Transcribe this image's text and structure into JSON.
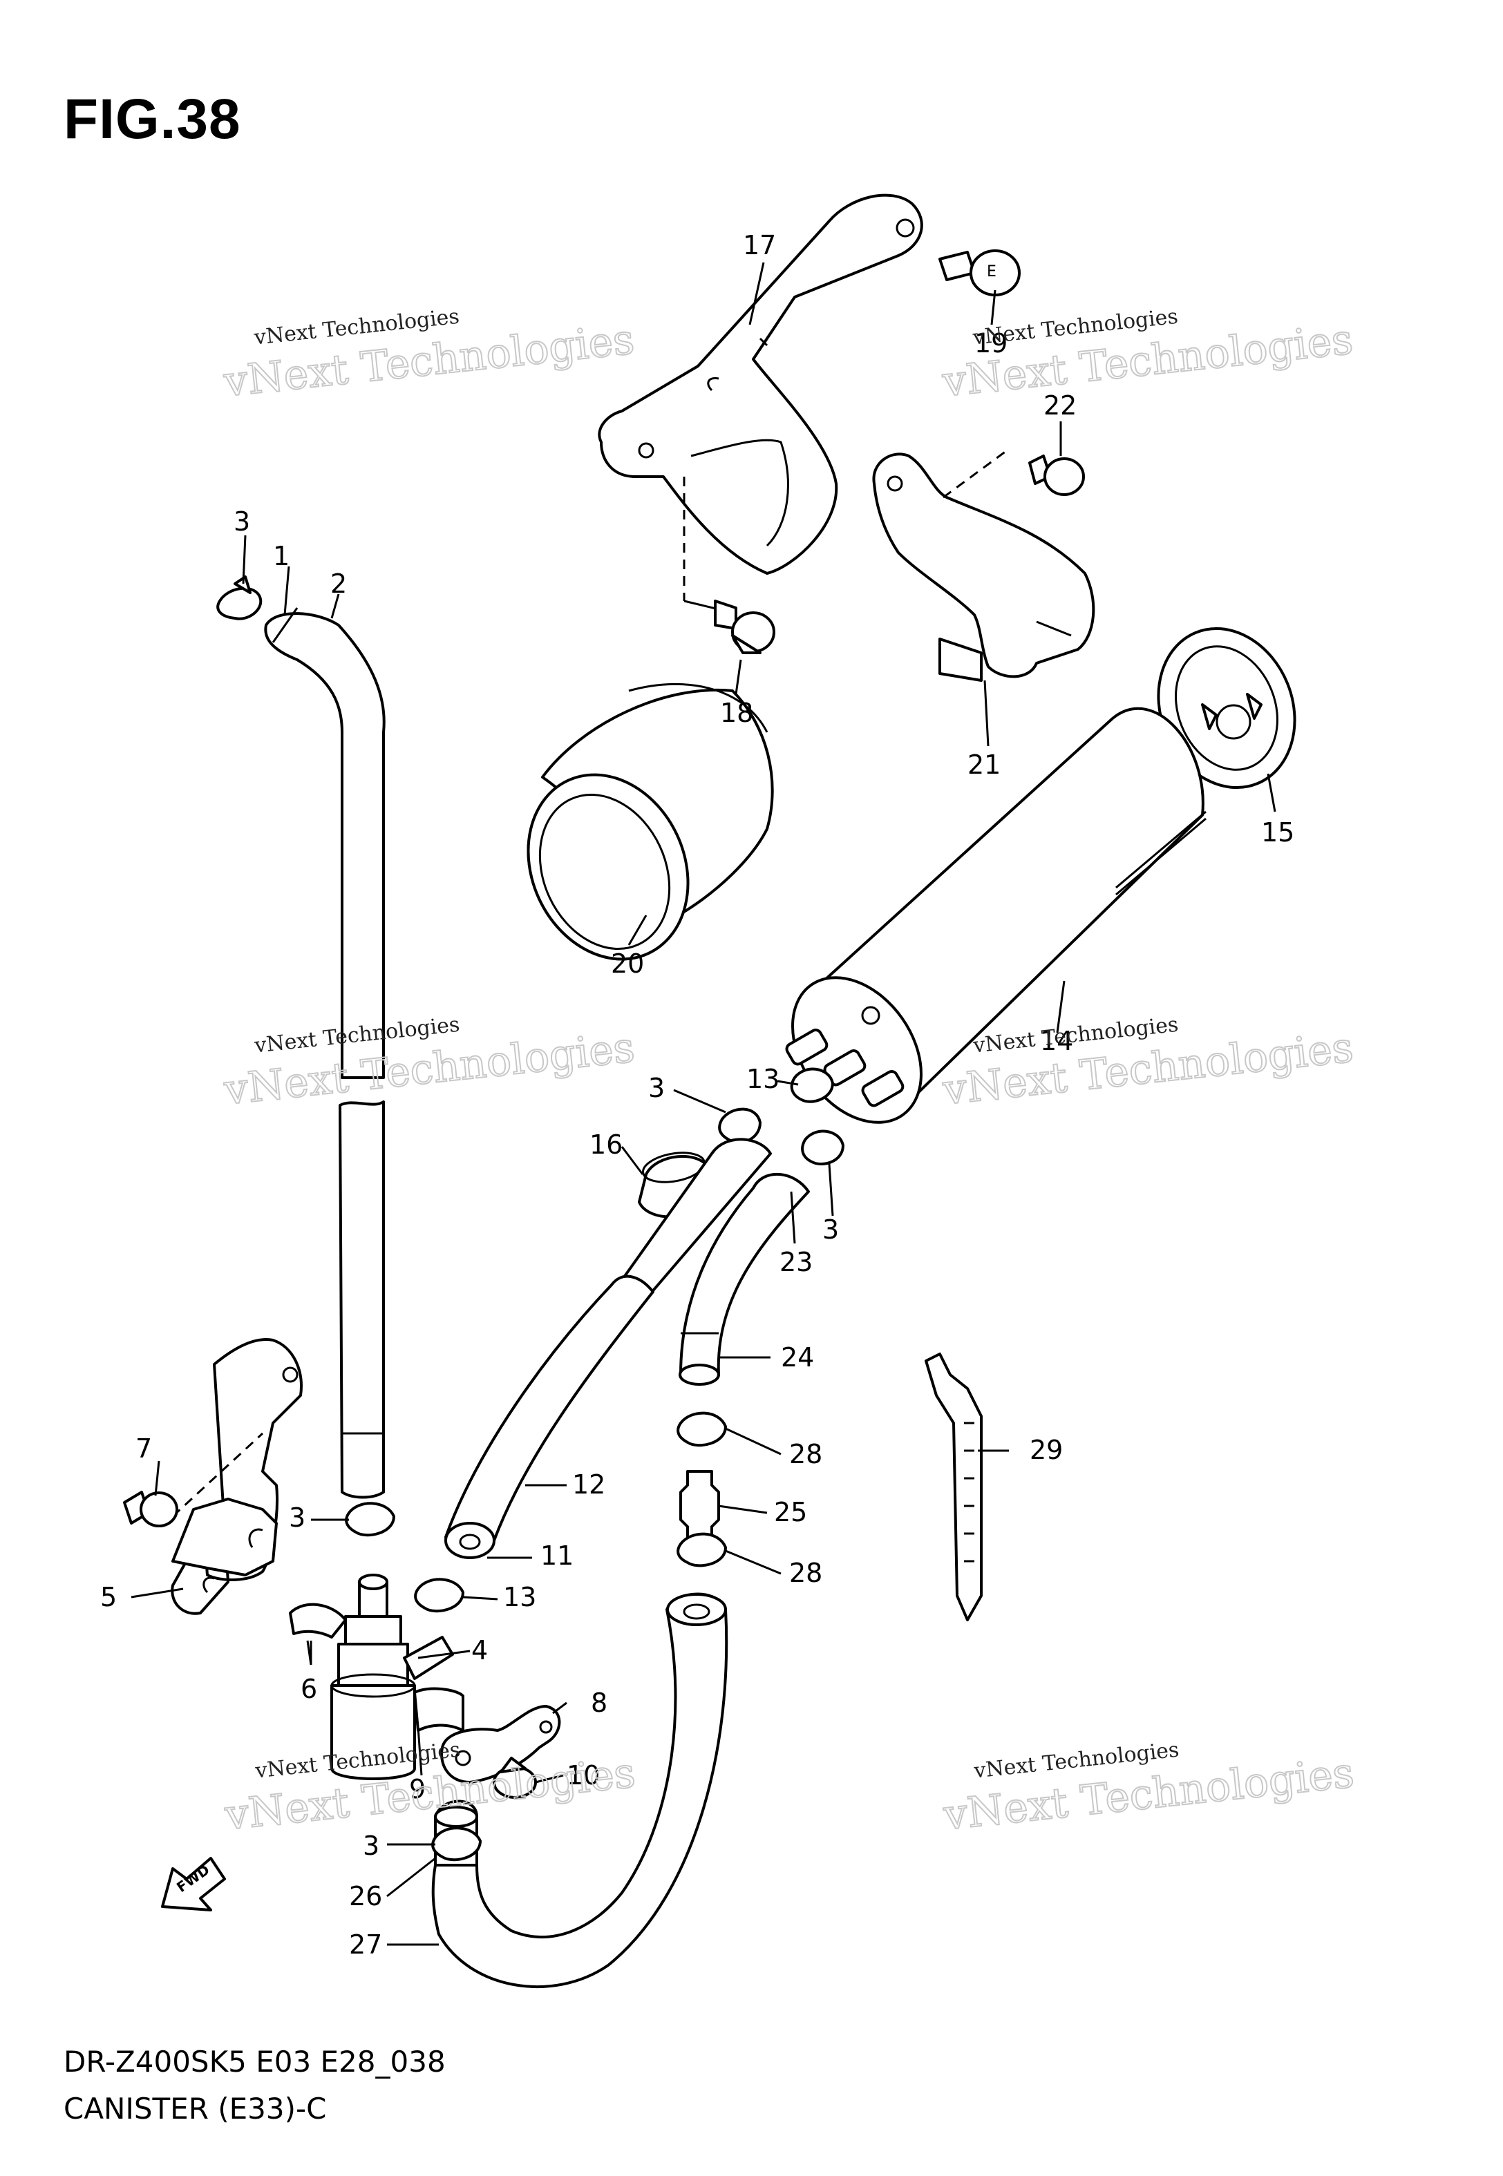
{
  "figure": {
    "title": "FIG.38",
    "model_code": "DR-Z400SK5 E03 E28_038",
    "caption": "CANISTER (E33)-C"
  },
  "fwd_label": "FWD",
  "watermark": {
    "line1": "vNext Technologies",
    "line2": "vNext Technologies"
  },
  "part_numbers": [
    "1",
    "2",
    "3",
    "3",
    "3",
    "3",
    "3",
    "4",
    "5",
    "6",
    "7",
    "8",
    "9",
    "10",
    "11",
    "12",
    "13",
    "13",
    "14",
    "15",
    "16",
    "17",
    "18",
    "19",
    "20",
    "21",
    "22",
    "23",
    "24",
    "25",
    "26",
    "27",
    "28",
    "28",
    "29"
  ]
}
